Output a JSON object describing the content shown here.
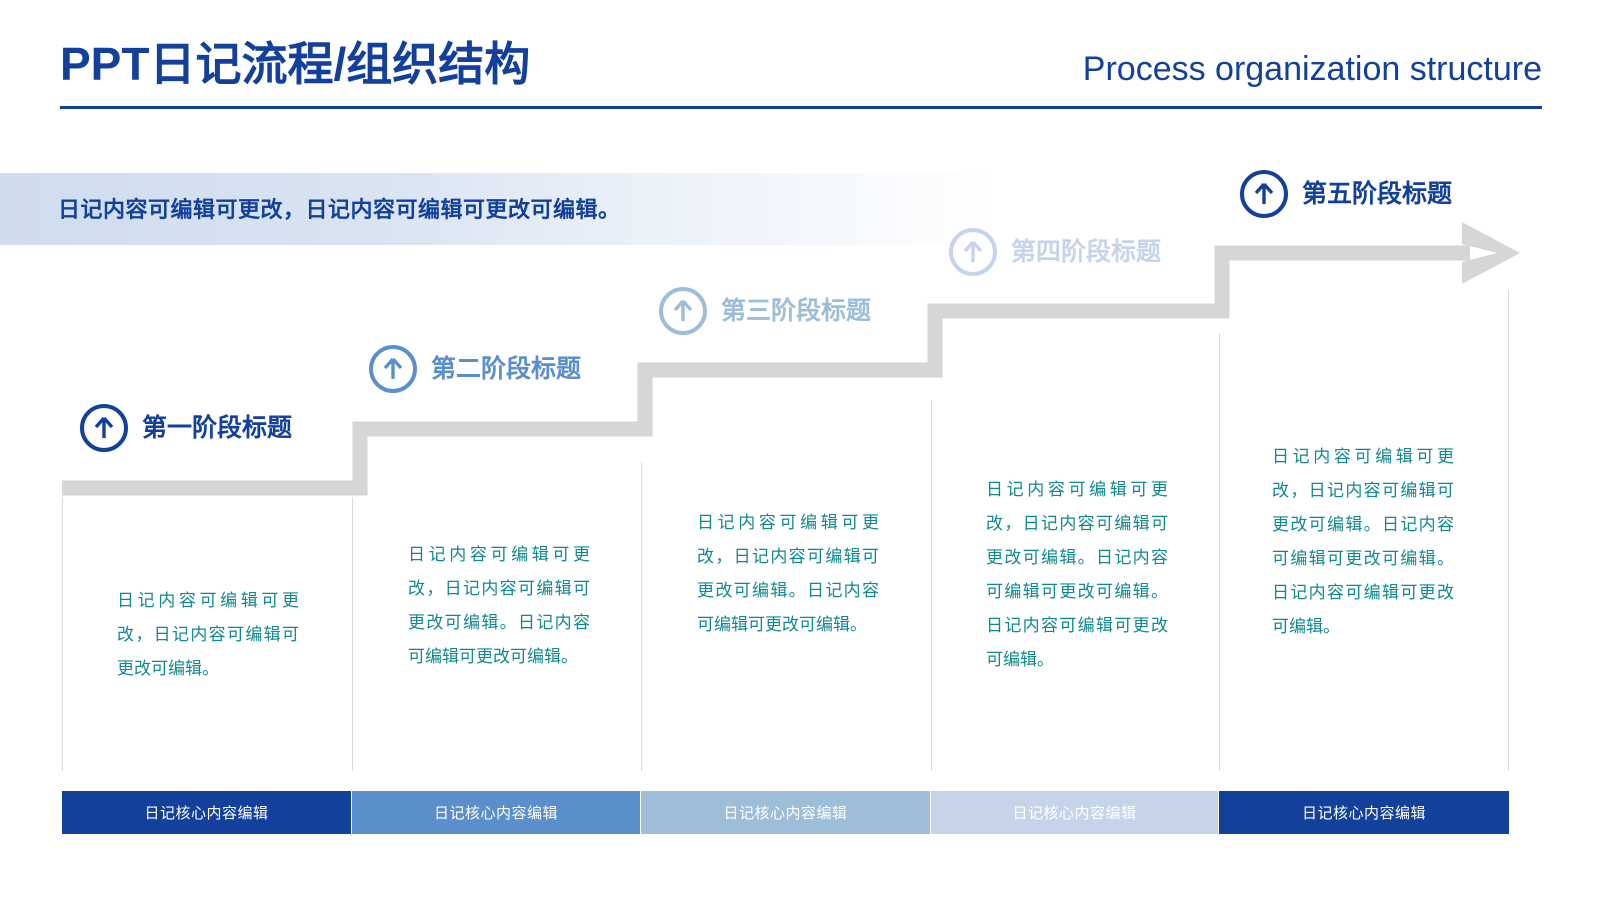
{
  "header": {
    "title": "PPT日记流程/组织结构",
    "subtitle": "Process organization structure"
  },
  "banner": {
    "text": "日记内容可编辑可更改，日记内容可编辑可更改可编辑。"
  },
  "colors": {
    "brand_dark_blue": "#12409b",
    "stage1": "#12409b",
    "stage2": "#5b8fcc",
    "stage3": "#9dbdd9",
    "stage4": "#c6d4ea",
    "stage5": "#12409b",
    "body_teal": "#11898c",
    "stair_gray": "#d6d6d6",
    "divider_gray": "#d9d9d9",
    "bar1": "#12409b",
    "bar2": "#5b8fcc",
    "bar3": "#9dbdd9",
    "bar4": "#c6d4ea",
    "bar5": "#12409b"
  },
  "stages": [
    {
      "title": "第一阶段标题",
      "body": "日记内容可编辑可更改，日记内容可编辑可更改可编辑。",
      "bar_label": "日记核心内容编辑",
      "icon": "arrow-up-circle-icon"
    },
    {
      "title": "第二阶段标题",
      "body": "日记内容可编辑可更改，日记内容可编辑可更改可编辑。日记内容可编辑可更改可编辑。",
      "bar_label": "日记核心内容编辑",
      "icon": "arrow-up-circle-icon"
    },
    {
      "title": "第三阶段标题",
      "body": "日记内容可编辑可更改，日记内容可编辑可更改可编辑。日记内容可编辑可更改可编辑。",
      "bar_label": "日记核心内容编辑",
      "icon": "arrow-up-circle-icon"
    },
    {
      "title": "第四阶段标题",
      "body": "日记内容可编辑可更改，日记内容可编辑可更改可编辑。日记内容可编辑可更改可编辑。日记内容可编辑可更改可编辑。",
      "bar_label": "日记核心内容编辑",
      "icon": "arrow-up-circle-icon"
    },
    {
      "title": "第五阶段标题",
      "body": "日记内容可编辑可更改，日记内容可编辑可更改可编辑。日记内容可编辑可更改可编辑。日记内容可编辑可更改可编辑。",
      "bar_label": "日记核心内容编辑",
      "icon": "arrow-up-circle-icon"
    }
  ],
  "flow_arrow": {
    "icon": "right-arrow-icon",
    "direction": "ascending-staircase"
  }
}
